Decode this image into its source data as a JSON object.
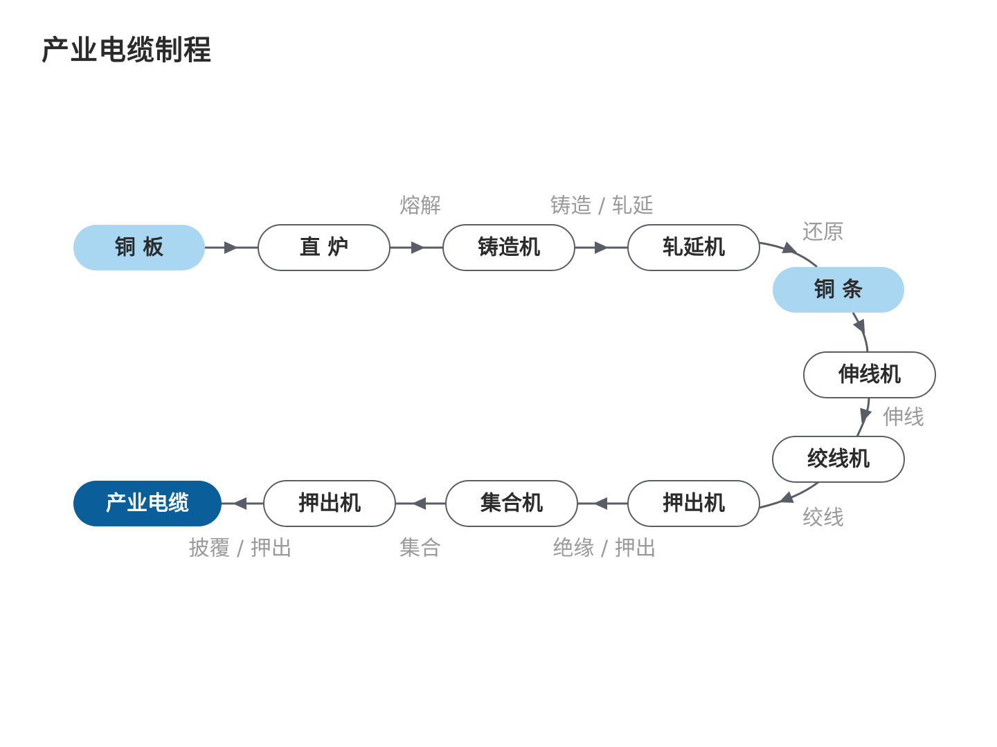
{
  "title": "产业电缆制程",
  "colors": {
    "connector": "#5b5d66",
    "node_border": "#5b5d66",
    "node_fill": "#ffffff",
    "material_fill": "#a9d7f2",
    "product_fill": "#0a5f9b",
    "product_text": "#ffffff",
    "node_text": "#2b2b2b",
    "step_text": "#9a9a9a"
  },
  "nodes": [
    {
      "id": "copper-plate",
      "label": "铜 板",
      "kind": "material"
    },
    {
      "id": "shaft-furnace",
      "label": "直 炉",
      "kind": "machine"
    },
    {
      "id": "casting-machine",
      "label": "铸造机",
      "kind": "machine"
    },
    {
      "id": "rolling-mill",
      "label": "轧延机",
      "kind": "machine"
    },
    {
      "id": "copper-rod",
      "label": "铜 条",
      "kind": "material"
    },
    {
      "id": "drawing-machine",
      "label": "伸线机",
      "kind": "machine"
    },
    {
      "id": "stranding-machine",
      "label": "绞线机",
      "kind": "machine"
    },
    {
      "id": "extruder-1",
      "label": "押出机",
      "kind": "machine"
    },
    {
      "id": "assembly-machine",
      "label": "集合机",
      "kind": "machine"
    },
    {
      "id": "extruder-2",
      "label": "押出机",
      "kind": "machine"
    },
    {
      "id": "industrial-cable",
      "label": "产业电缆",
      "kind": "product"
    }
  ],
  "steps": [
    {
      "id": "melting",
      "label": "熔解"
    },
    {
      "id": "casting-rolling",
      "label": "铸造 / 轧延"
    },
    {
      "id": "reduction",
      "label": "还原"
    },
    {
      "id": "drawing",
      "label": "伸线"
    },
    {
      "id": "stranding",
      "label": "绞线"
    },
    {
      "id": "insulation-extrusion",
      "label": "绝缘 / 押出"
    },
    {
      "id": "assembly",
      "label": "集合"
    },
    {
      "id": "sheathing-extrusion",
      "label": "披覆 / 押出"
    }
  ],
  "edges": [
    {
      "from": "copper-plate",
      "to": "shaft-furnace"
    },
    {
      "from": "shaft-furnace",
      "to": "casting-machine"
    },
    {
      "from": "casting-machine",
      "to": "rolling-mill"
    },
    {
      "from": "rolling-mill",
      "to": "copper-rod"
    },
    {
      "from": "copper-rod",
      "to": "drawing-machine"
    },
    {
      "from": "drawing-machine",
      "to": "stranding-machine"
    },
    {
      "from": "stranding-machine",
      "to": "extruder-1"
    },
    {
      "from": "extruder-1",
      "to": "assembly-machine"
    },
    {
      "from": "assembly-machine",
      "to": "extruder-2"
    },
    {
      "from": "extruder-2",
      "to": "industrial-cable"
    }
  ]
}
